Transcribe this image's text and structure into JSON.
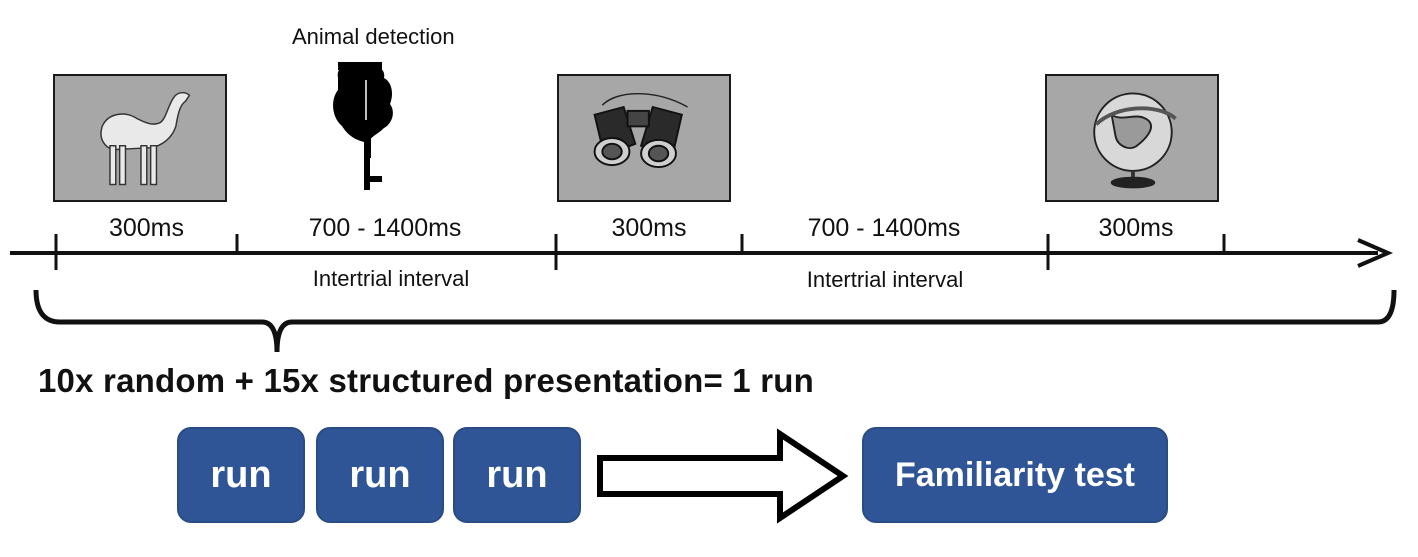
{
  "cue": {
    "label": "Animal detection",
    "icon": "pointing-hand-icon"
  },
  "stimuli": [
    {
      "icon": "camel-icon"
    },
    {
      "icon": "binoculars-icon"
    },
    {
      "icon": "globe-icon"
    }
  ],
  "timeline": {
    "durations": [
      "300ms",
      "700 - 1400ms",
      "300ms",
      "700 - 1400ms",
      "300ms"
    ],
    "intervals": [
      "Intertrial interval",
      "Intertrial interval"
    ]
  },
  "summary": "10x random + 15x  structured presentation= 1 run",
  "flow": {
    "runs": [
      "run",
      "run",
      "run"
    ],
    "test": "Familiarity test"
  },
  "colors": {
    "box_fill": "#2f5597",
    "stimulus_bg": "#a7a7a7",
    "line": "#111111"
  }
}
